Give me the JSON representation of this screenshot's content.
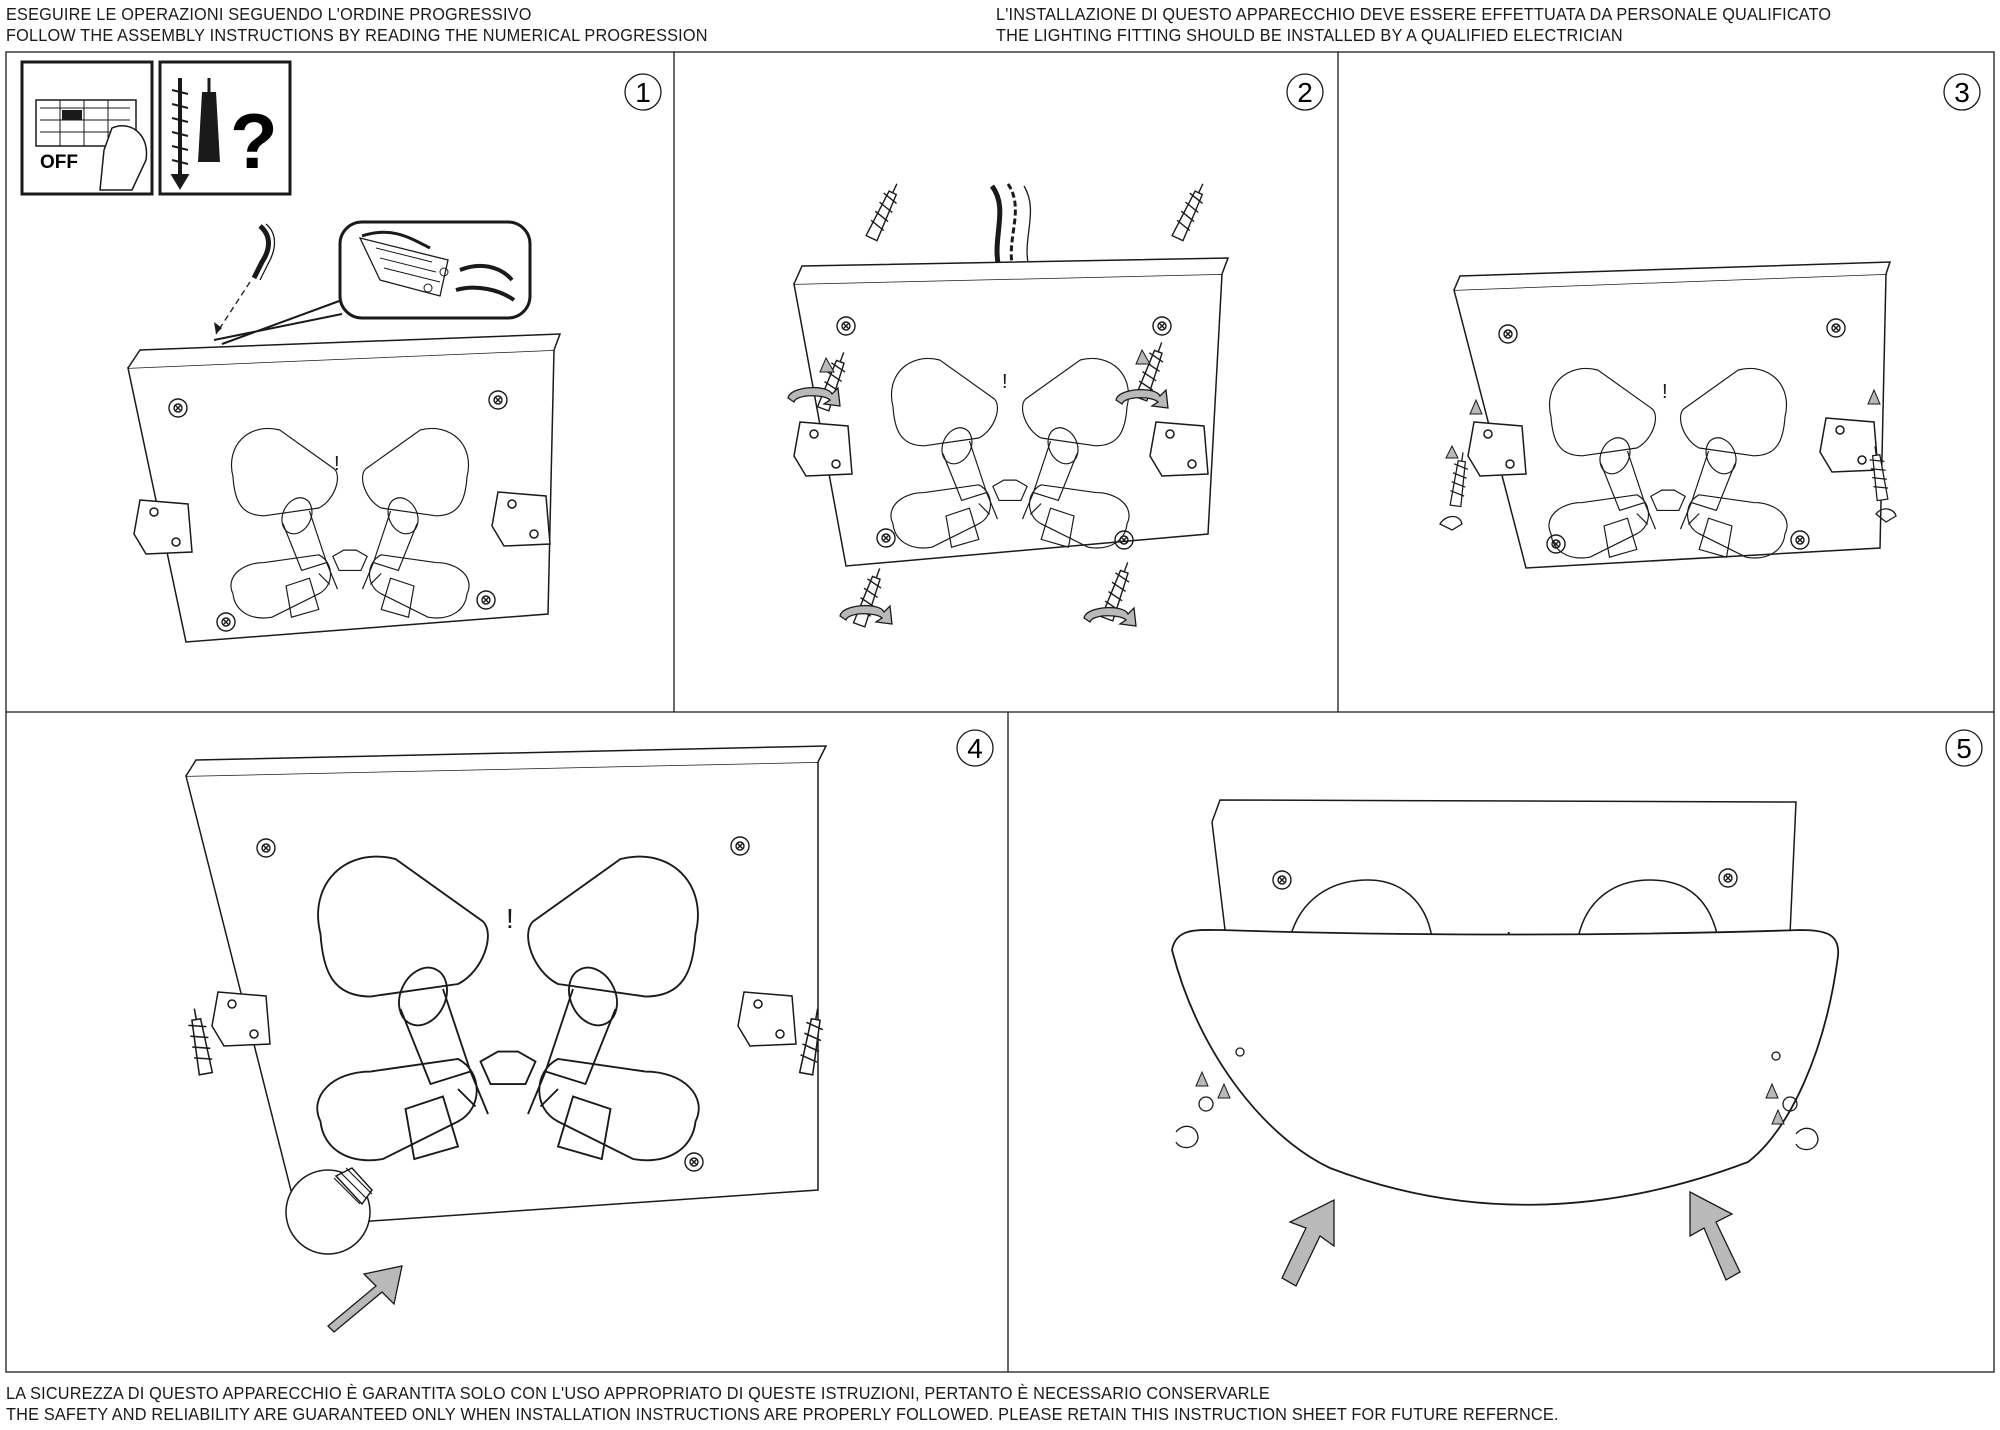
{
  "header": {
    "left_line1": "ESEGUIRE LE OPERAZIONI SEGUENDO L'ORDINE PROGRESSIVO",
    "left_line2": "FOLLOW THE ASSEMBLY INSTRUCTIONS BY READING THE NUMERICAL PROGRESSION",
    "right_line1": "L'INSTALLAZIONE DI QUESTO APPARECCHIO DEVE ESSERE EFFETTUATA DA PERSONALE QUALIFICATO",
    "right_line2": "THE LIGHTING FITTING SHOULD BE INSTALLED BY A QUALIFIED ELECTRICIAN"
  },
  "steps": [
    {
      "number": "1"
    },
    {
      "number": "2"
    },
    {
      "number": "3"
    },
    {
      "number": "4"
    },
    {
      "number": "5"
    }
  ],
  "power_icon": {
    "label": "OFF",
    "icon": "circuit-breaker-off-icon"
  },
  "tools_icon": {
    "label": "?",
    "icon": "screw-and-wall-plug-icon"
  },
  "figure_marks": {
    "warning": "!"
  },
  "footer": {
    "line1": "LA SICUREZZA DI QUESTO APPARECCHIO È GARANTITA SOLO CON L'USO APPROPRIATO DI QUESTE ISTRUZIONI, PERTANTO È NECESSARIO CONSERVARLE",
    "line2": "THE SAFETY AND RELIABILITY ARE GUARANTEED ONLY WHEN INSTALLATION INSTRUCTIONS ARE PROPERLY FOLLOWED. PLEASE RETAIN THIS INSTRUCTION SHEET FOR FUTURE REFERNCE."
  },
  "colors": {
    "ink": "#1a1a1a",
    "arrow_fill": "#b9b9b9",
    "paper": "#ffffff"
  }
}
